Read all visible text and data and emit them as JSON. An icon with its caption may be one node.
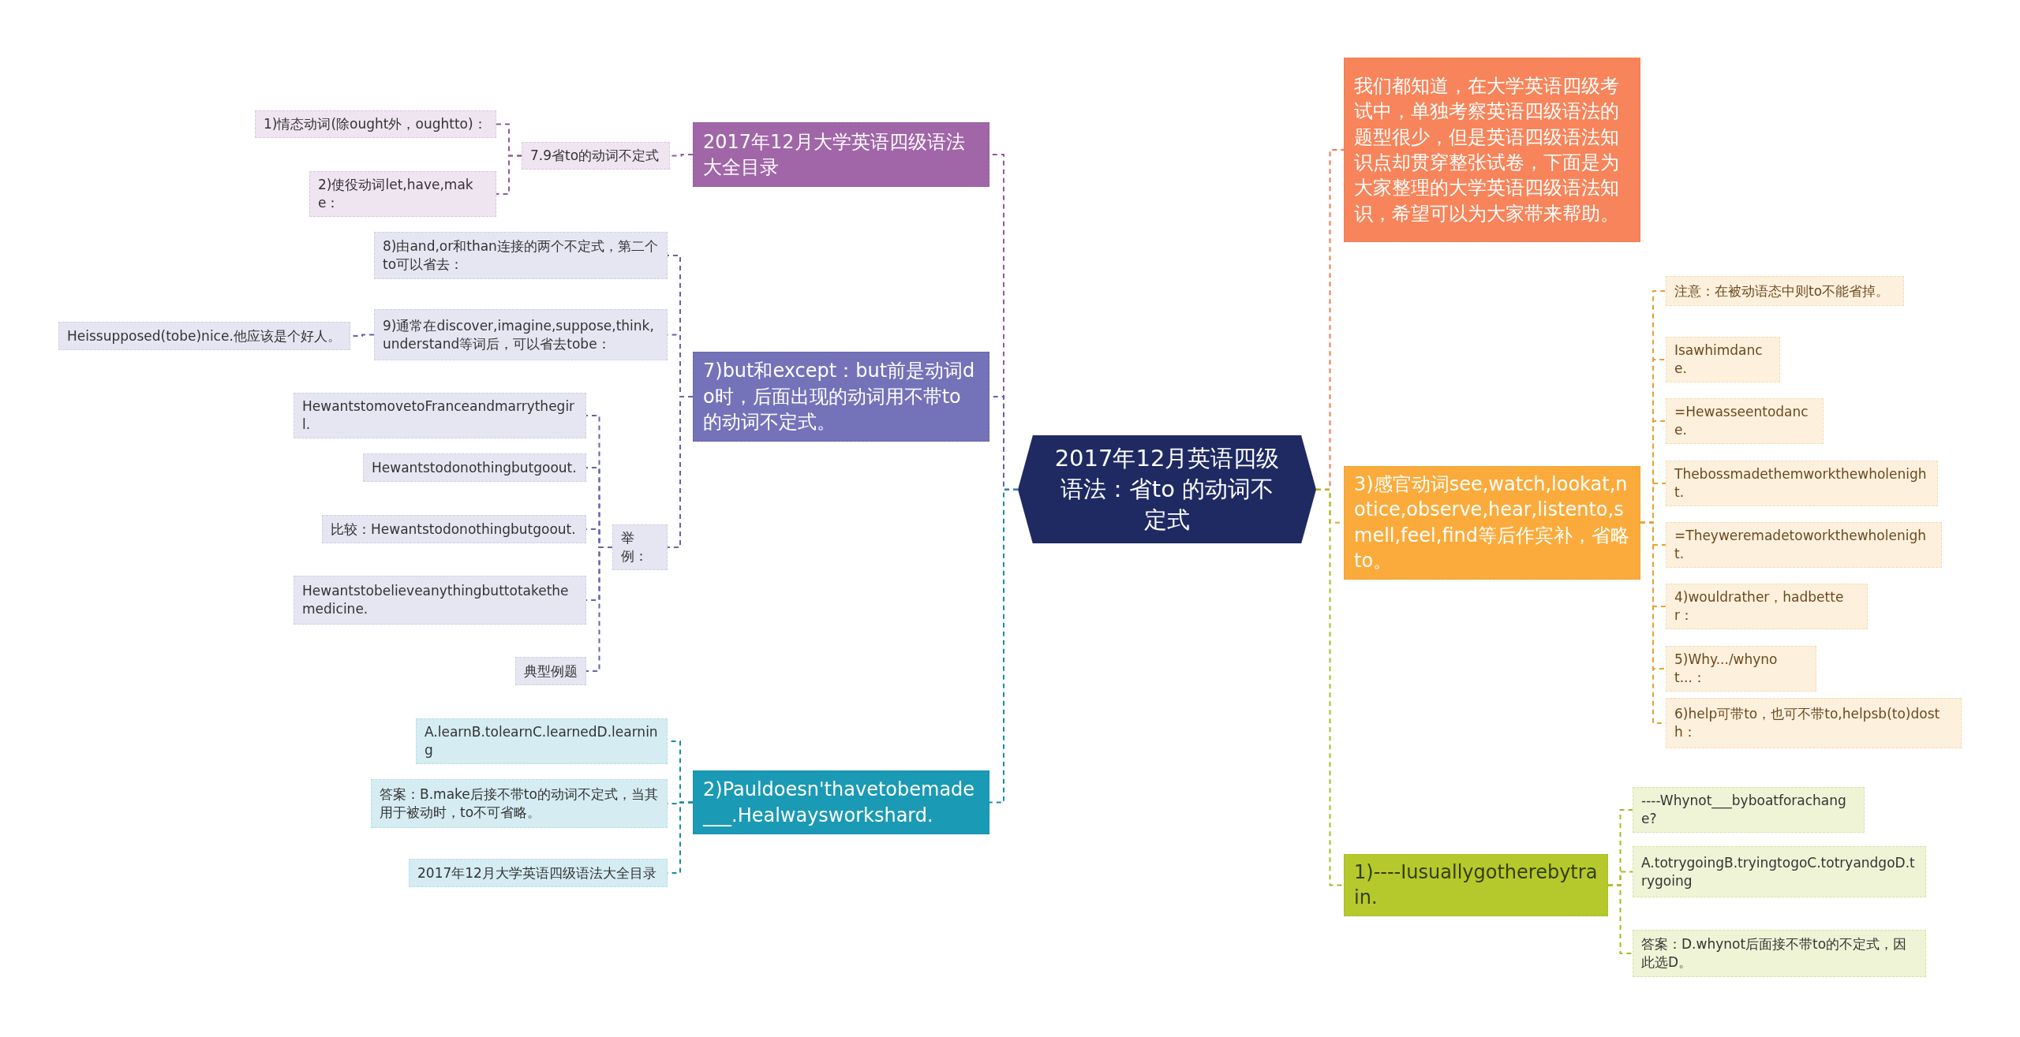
{
  "diagram": {
    "nodes": [
      {
        "text": [
          "2017年12月英语四级语法：省to 的动词不定式"
        ]
      },
      {
        "text": [
          "2017年12月大学英语四级语法大全目录"
        ]
      },
      {
        "text": [
          "7.9省to的动词不定式"
        ]
      },
      {
        "text": [
          "1)情态动词(除ought外，oughtto)："
        ]
      },
      {
        "text": [
          "2)使役动词let,have,make："
        ]
      },
      {
        "text": [
          "7)but和except：but前是动词do时，后面出现的动词用不带to的动词不定式。"
        ]
      },
      {
        "text": [
          "8)由and,or和than连接的两个不定式，第二个to可以省去："
        ]
      },
      {
        "text": [
          "9)通常在discover,imagine,suppose,think,understand等词后，可以省去tobe："
        ]
      },
      {
        "text": [
          "Heissupposed(tobe)nice.他应该是个好人。"
        ]
      },
      {
        "text": [
          "举例："
        ]
      },
      {
        "text": [
          "HewantstomovetoFranceandmarrythegirl."
        ]
      },
      {
        "text": [
          "Hewantstodonothingbutgoout."
        ]
      },
      {
        "text": [
          "比较：Hewantstodonothingbutgoout."
        ]
      },
      {
        "text": [
          "Hewantstobelieveanythingbuttotakethemedicine."
        ]
      },
      {
        "text": [
          "典型例题"
        ]
      },
      {
        "text": [
          "2)Pauldoesn'thavetobemade___.Healwaysworkshard."
        ]
      },
      {
        "text": [
          "A.learnB.tolearnC.learnedD.learning"
        ]
      },
      {
        "text": [
          "答案：B.make后接不带to的动词不定式，当其用于被动时，to不可省略。"
        ]
      },
      {
        "text": [
          "2017年12月大学英语四级语法大全目录"
        ]
      },
      {
        "text": [
          "我们都知道，在大学英语四级考试中，单独考察英语四级语法的题型很少，但是英语四级语法知识点却贯穿整张试卷，下面是为大家整理的大学英语四级语法知识，希望可以为大家带来帮助。"
        ]
      },
      {
        "text": [
          "3)感官动词see,watch,lookat,notice,observe,hear,listento,smell,feel,find等后作宾补，省略to。"
        ]
      },
      {
        "text": [
          "注意：在被动语态中则to不能省掉。"
        ]
      },
      {
        "text": [
          "Isawhimdance."
        ]
      },
      {
        "text": [
          "=Hewasseentodance."
        ]
      },
      {
        "text": [
          "Thebossmadethemworkthewholenight."
        ]
      },
      {
        "text": [
          "=Theyweremadetoworkthewholenight."
        ]
      },
      {
        "text": [
          "4)wouldrather，hadbetter："
        ]
      },
      {
        "text": [
          "5)Why.../whynot...："
        ]
      },
      {
        "text": [
          "6)help可带to，也可不带to,helpsb(to)dosth："
        ]
      },
      {
        "text": [
          "1)----Iusuallygotherebytrain."
        ]
      },
      {
        "text": [
          "----Whynot___byboatforachange?"
        ]
      },
      {
        "text": [
          "A.totrygoingB.tryingtogoC.totryandgoD.trygoing"
        ]
      },
      {
        "text": [
          "答案：D.whynot后面接不带to的不定式，因此选D。"
        ]
      }
    ],
    "edges": [
      {
        "from": 0,
        "to": 1,
        "arrow": "none",
        "style": "dashed",
        "color": "#8e5a9e"
      },
      {
        "from": 1,
        "to": 2,
        "arrow": "none",
        "style": "dashed",
        "color": "#8e5a9e"
      },
      {
        "from": 2,
        "to": 3,
        "arrow": "none",
        "style": "dashed",
        "color": "#8e5a9e"
      },
      {
        "from": 2,
        "to": 4,
        "arrow": "none",
        "style": "dashed",
        "color": "#8e5a9e"
      },
      {
        "from": 0,
        "to": 5,
        "arrow": "none",
        "style": "dashed",
        "color": "#6462aa"
      },
      {
        "from": 5,
        "to": 6,
        "arrow": "none",
        "style": "dashed",
        "color": "#6462aa"
      },
      {
        "from": 5,
        "to": 7,
        "arrow": "none",
        "style": "dashed",
        "color": "#6462aa"
      },
      {
        "from": 7,
        "to": 8,
        "arrow": "none",
        "style": "dashed",
        "color": "#6462aa"
      },
      {
        "from": 5,
        "to": 9,
        "arrow": "none",
        "style": "dashed",
        "color": "#6462aa"
      },
      {
        "from": 9,
        "to": 10,
        "arrow": "none",
        "style": "dashed",
        "color": "#6462aa"
      },
      {
        "from": 9,
        "to": 11,
        "arrow": "none",
        "style": "dashed",
        "color": "#6462aa"
      },
      {
        "from": 9,
        "to": 12,
        "arrow": "none",
        "style": "dashed",
        "color": "#6462aa"
      },
      {
        "from": 9,
        "to": 13,
        "arrow": "none",
        "style": "dashed",
        "color": "#6462aa"
      },
      {
        "from": 9,
        "to": 14,
        "arrow": "none",
        "style": "dashed",
        "color": "#6462aa"
      },
      {
        "from": 0,
        "to": 15,
        "arrow": "none",
        "style": "dashed",
        "color": "#1a8ba5"
      },
      {
        "from": 15,
        "to": 16,
        "arrow": "none",
        "style": "dashed",
        "color": "#1a8ba5"
      },
      {
        "from": 15,
        "to": 17,
        "arrow": "none",
        "style": "dashed",
        "color": "#1a8ba5"
      },
      {
        "from": 15,
        "to": 18,
        "arrow": "none",
        "style": "dashed",
        "color": "#1a8ba5"
      },
      {
        "from": 0,
        "to": 19,
        "arrow": "none",
        "style": "dashed",
        "color": "#f07a4e"
      },
      {
        "from": 0,
        "to": 20,
        "arrow": "none",
        "style": "dashed",
        "color": "#e9a030"
      },
      {
        "from": 20,
        "to": 21,
        "arrow": "none",
        "style": "dashed",
        "color": "#e9a030"
      },
      {
        "from": 20,
        "to": 22,
        "arrow": "none",
        "style": "dashed",
        "color": "#e9a030"
      },
      {
        "from": 20,
        "to": 23,
        "arrow": "none",
        "style": "dashed",
        "color": "#e9a030"
      },
      {
        "from": 20,
        "to": 24,
        "arrow": "none",
        "style": "dashed",
        "color": "#e9a030"
      },
      {
        "from": 20,
        "to": 25,
        "arrow": "none",
        "style": "dashed",
        "color": "#e9a030"
      },
      {
        "from": 20,
        "to": 26,
        "arrow": "none",
        "style": "dashed",
        "color": "#e9a030"
      },
      {
        "from": 20,
        "to": 27,
        "arrow": "none",
        "style": "dashed",
        "color": "#e9a030"
      },
      {
        "from": 20,
        "to": 28,
        "arrow": "none",
        "style": "dashed",
        "color": "#e9a030"
      },
      {
        "from": 0,
        "to": 29,
        "arrow": "none",
        "style": "dashed",
        "color": "#a6bb22"
      },
      {
        "from": 29,
        "to": 30,
        "arrow": "none",
        "style": "dashed",
        "color": "#a6bb22"
      },
      {
        "from": 29,
        "to": 31,
        "arrow": "none",
        "style": "dashed",
        "color": "#a6bb22"
      },
      {
        "from": 29,
        "to": 32,
        "arrow": "none",
        "style": "dashed",
        "color": "#a6bb22"
      }
    ]
  }
}
